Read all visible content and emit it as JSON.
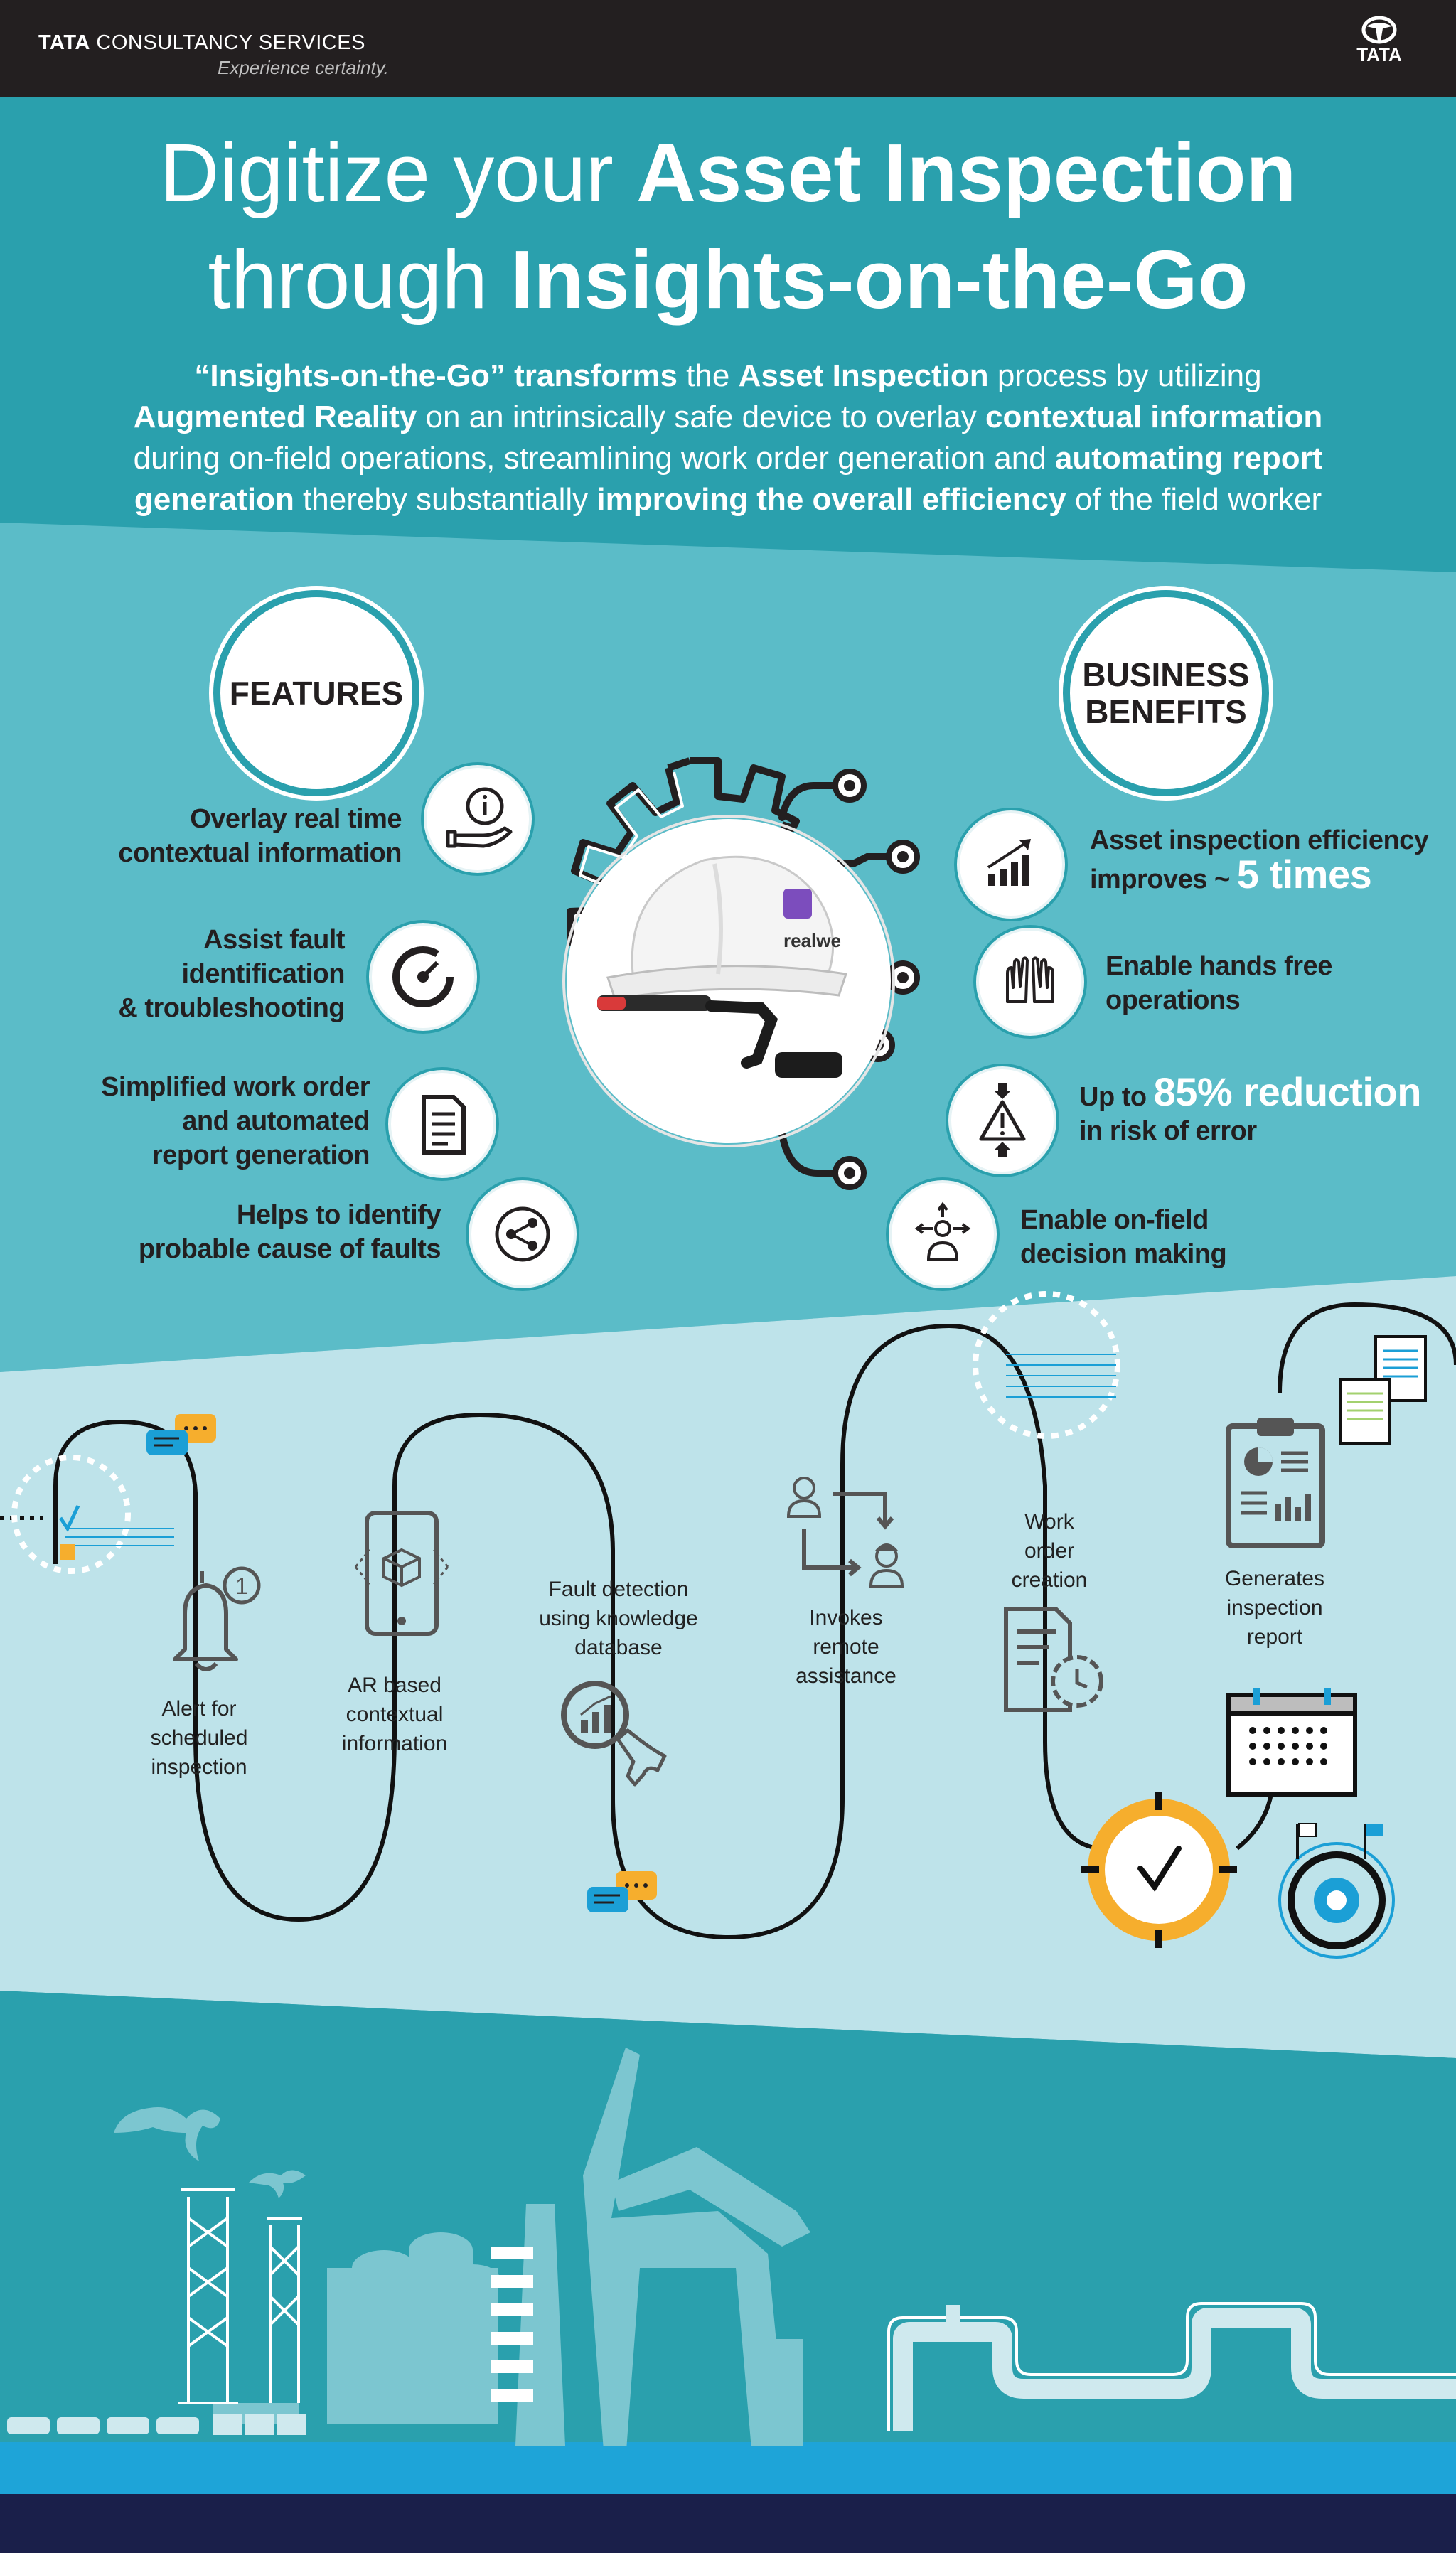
{
  "header": {
    "brand_bold": "TATA",
    "brand_rest": "CONSULTANCY SERVICES",
    "tagline": "Experience certainty.",
    "logo_text": "TATA"
  },
  "headline": {
    "line1_light": "Digitize your ",
    "line1_bold": "Asset Inspection",
    "line2_light": "through ",
    "line2_bold": "Insights-on-the-Go"
  },
  "intro": {
    "p1": "“Insights-on-the-Go” transforms",
    "p2": " the ",
    "p3": "Asset Inspection",
    "p4": " process by utilizing ",
    "p5": "Augmented Reality",
    "p6": " on an intrinsically safe device to overlay ",
    "p7": "contextual information",
    "p8": " during on-field operations, streamlining work order generation and ",
    "p9": "automating report generation",
    "p10": " thereby substantially ",
    "p11": "improving the overall efficiency",
    "p12": " of the field worker"
  },
  "features": {
    "title": "FEATURES",
    "items": [
      {
        "label": "Overlay real time\ncontextual information",
        "icon": "info-hand-icon"
      },
      {
        "label": "Assist fault\nidentification\n& troubleshooting",
        "icon": "gauge-icon"
      },
      {
        "label": "Simplified work order\nand automated\nreport generation",
        "icon": "document-icon"
      },
      {
        "label": "Helps to identify\nprobable cause of faults",
        "icon": "share-nodes-icon"
      }
    ]
  },
  "benefits": {
    "title": "BUSINESS\nBENEFITS",
    "items": [
      {
        "pre": "Asset inspection efficiency\nimproves ~ ",
        "big": "5 times",
        "post": "",
        "icon": "growth-chart-icon"
      },
      {
        "pre": "Enable hands free\noperations",
        "big": "",
        "post": "",
        "icon": "hands-icon"
      },
      {
        "pre": "Up to ",
        "big": "85% reduction",
        "post": "\nin risk of error",
        "icon": "warning-icon"
      },
      {
        "pre": "Enable on-field\ndecision making",
        "big": "",
        "post": "",
        "icon": "decision-person-icon"
      }
    ]
  },
  "helmet_brand": "realwe",
  "process_steps": [
    {
      "label": "Alert for\nscheduled\ninspection",
      "icon": "bell-icon"
    },
    {
      "label": "AR based\ncontextual\ninformation",
      "icon": "phone-cube-icon"
    },
    {
      "label": "Fault detection\nusing knowledge\ndatabase",
      "icon": "magnifier-chart-icon"
    },
    {
      "label": "Invokes\nremote\nassistance",
      "icon": "remote-assistance-icon"
    },
    {
      "label": "Work\norder\ncreation",
      "icon": "work-order-icon"
    },
    {
      "label": "Generates\ninspection\nreport",
      "icon": "clipboard-report-icon"
    }
  ],
  "badge_number": "1",
  "colors": {
    "teal": "#2aa0ad",
    "light_teal": "#5bbcc8",
    "pale": "#bee3ea",
    "dark": "#231f20",
    "orange": "#f6ae2d",
    "blue": "#1b9fd6",
    "navy": "#1a1f4a"
  }
}
